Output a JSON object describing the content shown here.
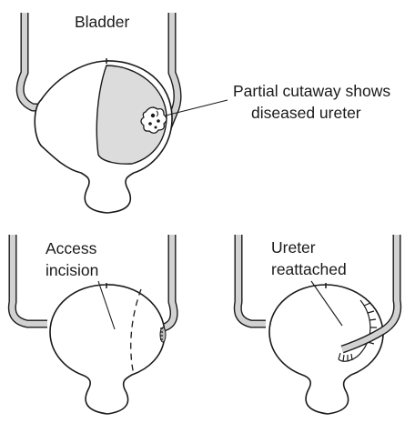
{
  "labels": {
    "bladder": "Bladder",
    "cutaway_line1": "Partial cutaway shows",
    "cutaway_line2": "diseased ureter",
    "access_line1": "Access",
    "access_line2": "incision",
    "ureter_line1": "Ureter",
    "ureter_line2": "reattached"
  },
  "colors": {
    "outline": "#1a1a1a",
    "ureter_fill": "#d2d2d2",
    "cutaway_fill": "#dcdcdc",
    "background": "#ffffff"
  }
}
